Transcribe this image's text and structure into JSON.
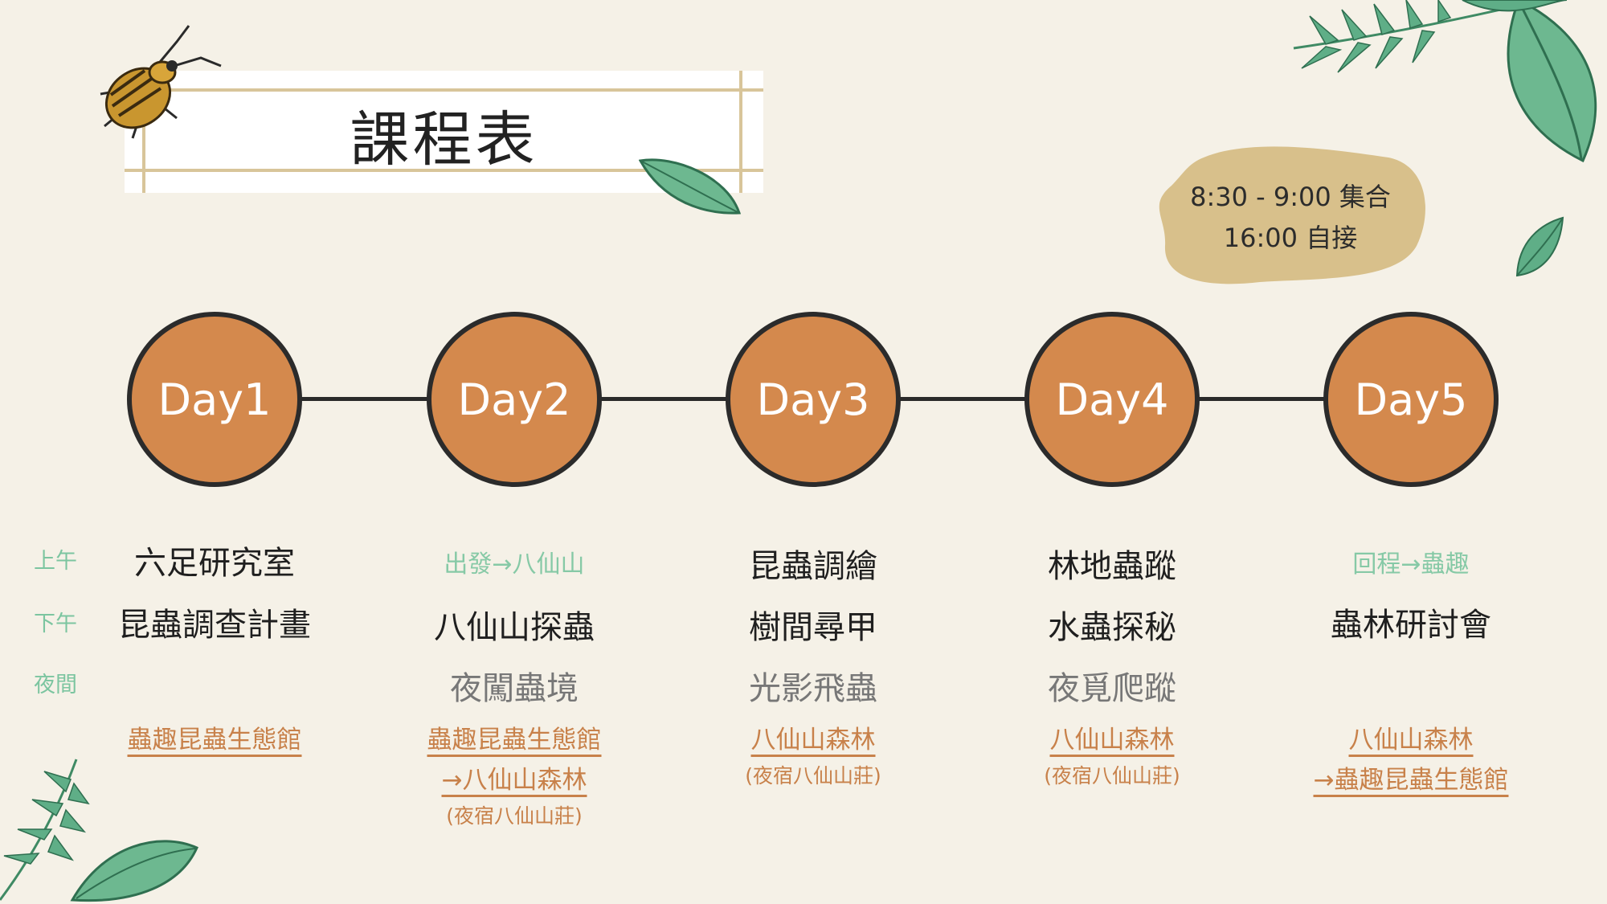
{
  "title": "課程表",
  "time": {
    "gather": "8:30 - 9:00 集合",
    "pickup": "16:00 自接"
  },
  "periods": {
    "am": "上午",
    "pm": "下午",
    "night": "夜間"
  },
  "days": [
    {
      "label": "Day1",
      "am": "六足研究室",
      "pm": "昆蟲調查計畫",
      "night": "",
      "location": "蟲趣昆蟲生態館",
      "location2": "",
      "note": ""
    },
    {
      "label": "Day2",
      "am": "出發→八仙山",
      "pm": "八仙山探蟲",
      "night": "夜闖蟲境",
      "location": "蟲趣昆蟲生態館",
      "location2": "→八仙山森林",
      "note": "(夜宿八仙山莊)"
    },
    {
      "label": "Day3",
      "am": "昆蟲調繪",
      "pm": "樹間尋甲",
      "night": "光影飛蟲",
      "location": "八仙山森林",
      "location2": "",
      "note": "(夜宿八仙山莊)"
    },
    {
      "label": "Day4",
      "am": "林地蟲蹤",
      "pm": "水蟲探秘",
      "night": "夜覓爬蹤",
      "location": "八仙山森林",
      "location2": "",
      "note": "(夜宿八仙山莊)"
    },
    {
      "label": "Day5",
      "am": "回程→蟲趣",
      "pm": "蟲林研討會",
      "night": "",
      "location": "八仙山森林",
      "location2": "→蟲趣昆蟲生態館",
      "note": ""
    }
  ],
  "colors": {
    "background": "#f5f1e7",
    "day_circle": "#d4894d",
    "accent_green": "#7cc5a0",
    "location": "#c8814a",
    "blob": "#d8c08b"
  }
}
